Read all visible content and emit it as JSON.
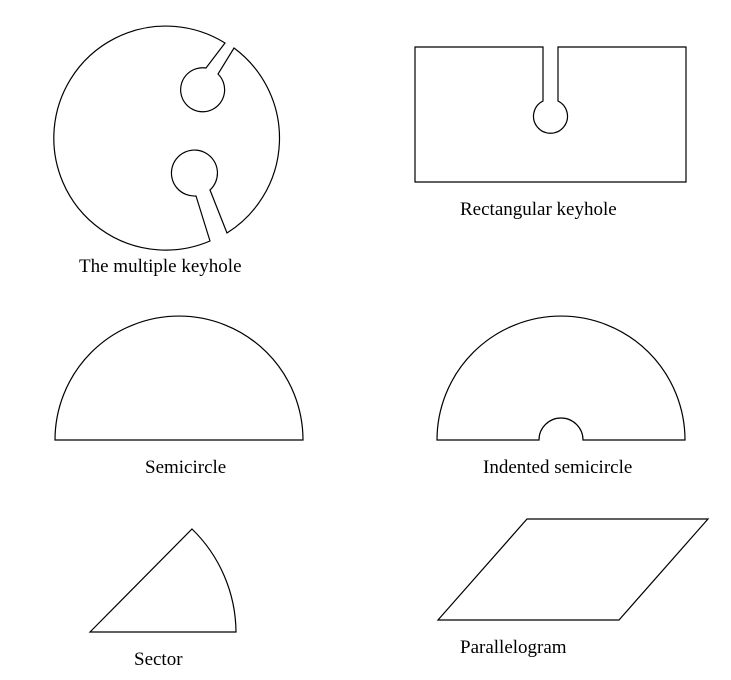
{
  "figure": {
    "shapes": [
      {
        "id": "multiple_keyhole",
        "label": "The multiple keyhole"
      },
      {
        "id": "rectangular_keyhole",
        "label": "Rectangular keyhole"
      },
      {
        "id": "semicircle",
        "label": "Semicircle"
      },
      {
        "id": "indented_semicircle",
        "label": "Indented semicircle"
      },
      {
        "id": "sector",
        "label": "Sector"
      },
      {
        "id": "parallelogram",
        "label": "Parallelogram"
      }
    ]
  },
  "colors": {
    "stroke": "#000000",
    "background": "#ffffff"
  }
}
